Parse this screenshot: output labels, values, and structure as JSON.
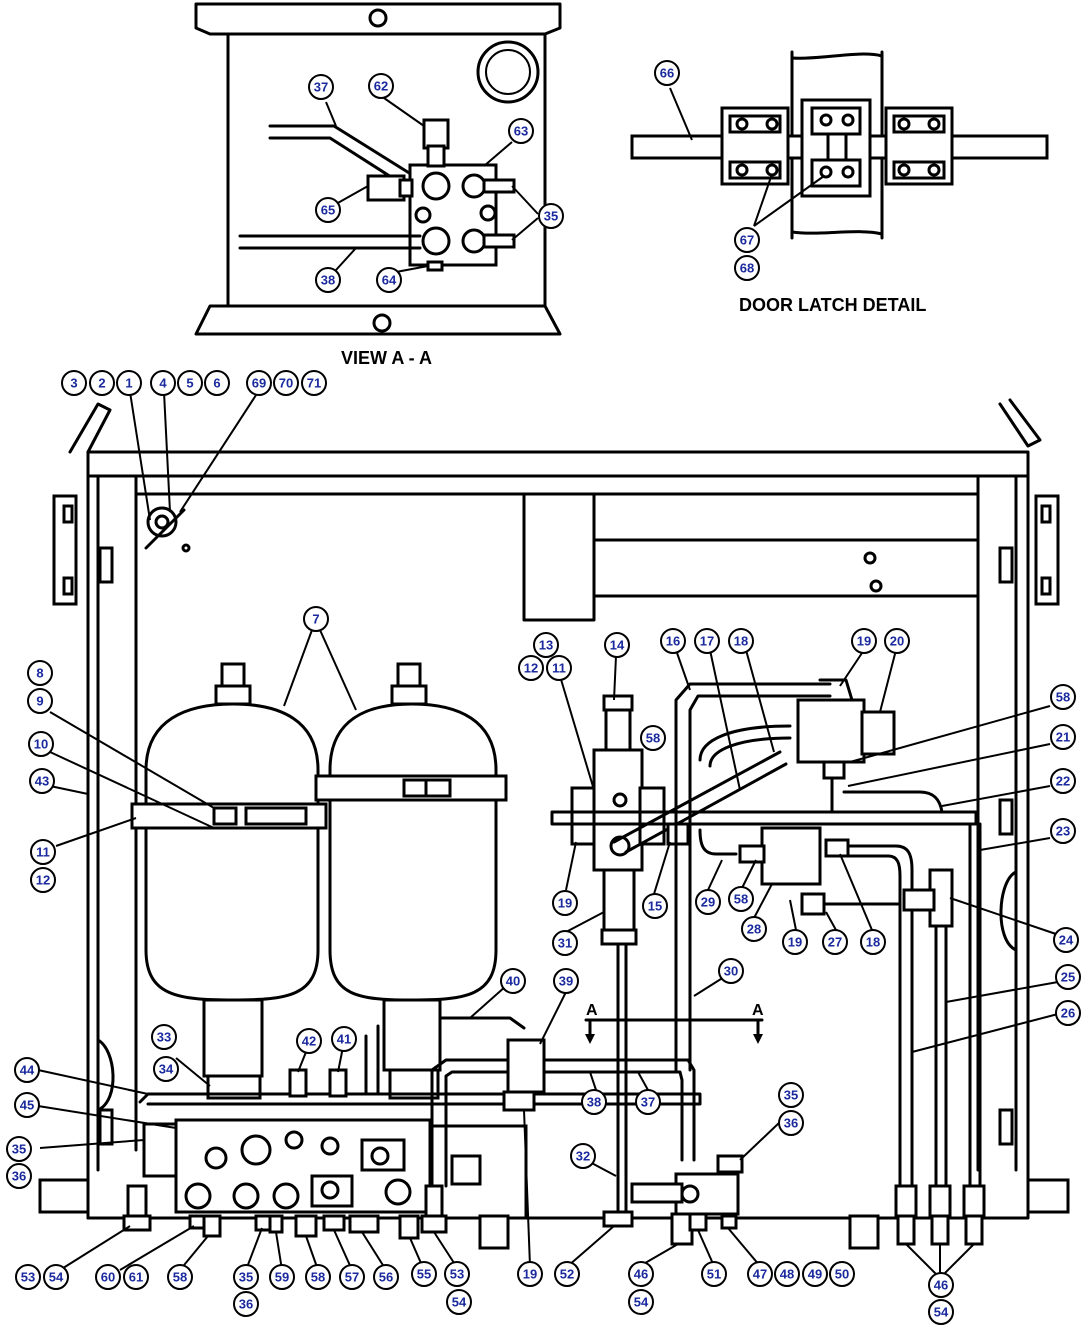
{
  "captions": {
    "view_aa": "VIEW A - A",
    "door_latch": "DOOR LATCH DETAIL",
    "section_a_left": "A",
    "section_a_right": "A"
  },
  "callouts": [
    {
      "id": "c37a",
      "label": "37"
    },
    {
      "id": "c62",
      "label": "62"
    },
    {
      "id": "c63",
      "label": "63"
    },
    {
      "id": "c65",
      "label": "65"
    },
    {
      "id": "c35a",
      "label": "35"
    },
    {
      "id": "c38a",
      "label": "38"
    },
    {
      "id": "c64",
      "label": "64"
    },
    {
      "id": "c66",
      "label": "66"
    },
    {
      "id": "c67",
      "label": "67"
    },
    {
      "id": "c68",
      "label": "68"
    },
    {
      "id": "c3",
      "label": "3"
    },
    {
      "id": "c2",
      "label": "2"
    },
    {
      "id": "c1",
      "label": "1"
    },
    {
      "id": "c4",
      "label": "4"
    },
    {
      "id": "c5",
      "label": "5"
    },
    {
      "id": "c6",
      "label": "6"
    },
    {
      "id": "c69",
      "label": "69"
    },
    {
      "id": "c70",
      "label": "70"
    },
    {
      "id": "c71",
      "label": "71"
    },
    {
      "id": "c7",
      "label": "7"
    },
    {
      "id": "c8",
      "label": "8"
    },
    {
      "id": "c9",
      "label": "9"
    },
    {
      "id": "c10",
      "label": "10"
    },
    {
      "id": "c43",
      "label": "43"
    },
    {
      "id": "c11a",
      "label": "11"
    },
    {
      "id": "c12a",
      "label": "12"
    },
    {
      "id": "c13",
      "label": "13"
    },
    {
      "id": "c12b",
      "label": "12"
    },
    {
      "id": "c11b",
      "label": "11"
    },
    {
      "id": "c14",
      "label": "14"
    },
    {
      "id": "c16",
      "label": "16"
    },
    {
      "id": "c17",
      "label": "17"
    },
    {
      "id": "c18a",
      "label": "18"
    },
    {
      "id": "c19a",
      "label": "19"
    },
    {
      "id": "c20",
      "label": "20"
    },
    {
      "id": "c58a",
      "label": "58"
    },
    {
      "id": "c58b",
      "label": "58"
    },
    {
      "id": "c21",
      "label": "21"
    },
    {
      "id": "c22",
      "label": "22"
    },
    {
      "id": "c23",
      "label": "23"
    },
    {
      "id": "c19b",
      "label": "19"
    },
    {
      "id": "c31",
      "label": "31"
    },
    {
      "id": "c15",
      "label": "15"
    },
    {
      "id": "c29",
      "label": "29"
    },
    {
      "id": "c58c",
      "label": "58"
    },
    {
      "id": "c28",
      "label": "28"
    },
    {
      "id": "c19c",
      "label": "19"
    },
    {
      "id": "c27",
      "label": "27"
    },
    {
      "id": "c18b",
      "label": "18"
    },
    {
      "id": "c24",
      "label": "24"
    },
    {
      "id": "c40",
      "label": "40"
    },
    {
      "id": "c39",
      "label": "39"
    },
    {
      "id": "c30",
      "label": "30"
    },
    {
      "id": "c25",
      "label": "25"
    },
    {
      "id": "c26",
      "label": "26"
    },
    {
      "id": "c33",
      "label": "33"
    },
    {
      "id": "c34",
      "label": "34"
    },
    {
      "id": "c42",
      "label": "42"
    },
    {
      "id": "c41",
      "label": "41"
    },
    {
      "id": "c44",
      "label": "44"
    },
    {
      "id": "c45",
      "label": "45"
    },
    {
      "id": "c35b",
      "label": "35"
    },
    {
      "id": "c36a",
      "label": "36"
    },
    {
      "id": "c38b",
      "label": "38"
    },
    {
      "id": "c37b",
      "label": "37"
    },
    {
      "id": "c35c",
      "label": "35"
    },
    {
      "id": "c36b",
      "label": "36"
    },
    {
      "id": "c32",
      "label": "32"
    },
    {
      "id": "c53a",
      "label": "53"
    },
    {
      "id": "c54a",
      "label": "54"
    },
    {
      "id": "c60",
      "label": "60"
    },
    {
      "id": "c61",
      "label": "61"
    },
    {
      "id": "c58d",
      "label": "58"
    },
    {
      "id": "c35d",
      "label": "35"
    },
    {
      "id": "c36c",
      "label": "36"
    },
    {
      "id": "c59",
      "label": "59"
    },
    {
      "id": "c58e",
      "label": "58"
    },
    {
      "id": "c57",
      "label": "57"
    },
    {
      "id": "c56",
      "label": "56"
    },
    {
      "id": "c55",
      "label": "55"
    },
    {
      "id": "c53b",
      "label": "53"
    },
    {
      "id": "c54b",
      "label": "54"
    },
    {
      "id": "c19d",
      "label": "19"
    },
    {
      "id": "c52",
      "label": "52"
    },
    {
      "id": "c46a",
      "label": "46"
    },
    {
      "id": "c54c",
      "label": "54"
    },
    {
      "id": "c51",
      "label": "51"
    },
    {
      "id": "c47",
      "label": "47"
    },
    {
      "id": "c48",
      "label": "48"
    },
    {
      "id": "c49",
      "label": "49"
    },
    {
      "id": "c50",
      "label": "50"
    },
    {
      "id": "c46b",
      "label": "46"
    },
    {
      "id": "c54d",
      "label": "54"
    }
  ]
}
